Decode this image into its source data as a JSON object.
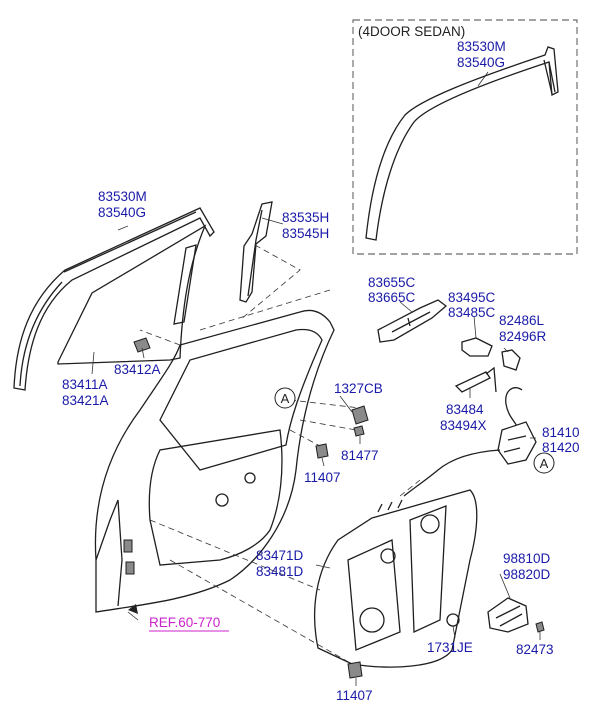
{
  "inset": {
    "title": "(4DOOR SEDAN)",
    "part_a": "83530M",
    "part_b": "83540G"
  },
  "labels": {
    "l83530M": "83530M",
    "l83540G": "83540G",
    "l83535H": "83535H",
    "l83545H": "83545H",
    "l83655C": "83655C",
    "l83665C": "83665C",
    "l83495C": "83495C",
    "l83485C": "83485C",
    "l82486L": "82486L",
    "l82496R": "82496R",
    "l1327CB": "1327CB",
    "l83412A": "83412A",
    "l83411A": "83411A",
    "l83421A": "83421A",
    "l83484": "83484",
    "l83494X": "83494X",
    "l81410": "81410",
    "l81420": "81420",
    "l81477": "81477",
    "l11407a": "11407",
    "l83471D": "83471D",
    "l83481D": "83481D",
    "l98810D": "98810D",
    "l98820D": "98820D",
    "l1731JE": "1731JE",
    "l82473": "82473",
    "l11407b": "11407"
  },
  "ref_label": "REF.60-770",
  "connector_marker": "A",
  "colors": {
    "part_label": "#1a1aa8",
    "ref_label": "#cc22cc",
    "line": "#1f1f1f"
  }
}
